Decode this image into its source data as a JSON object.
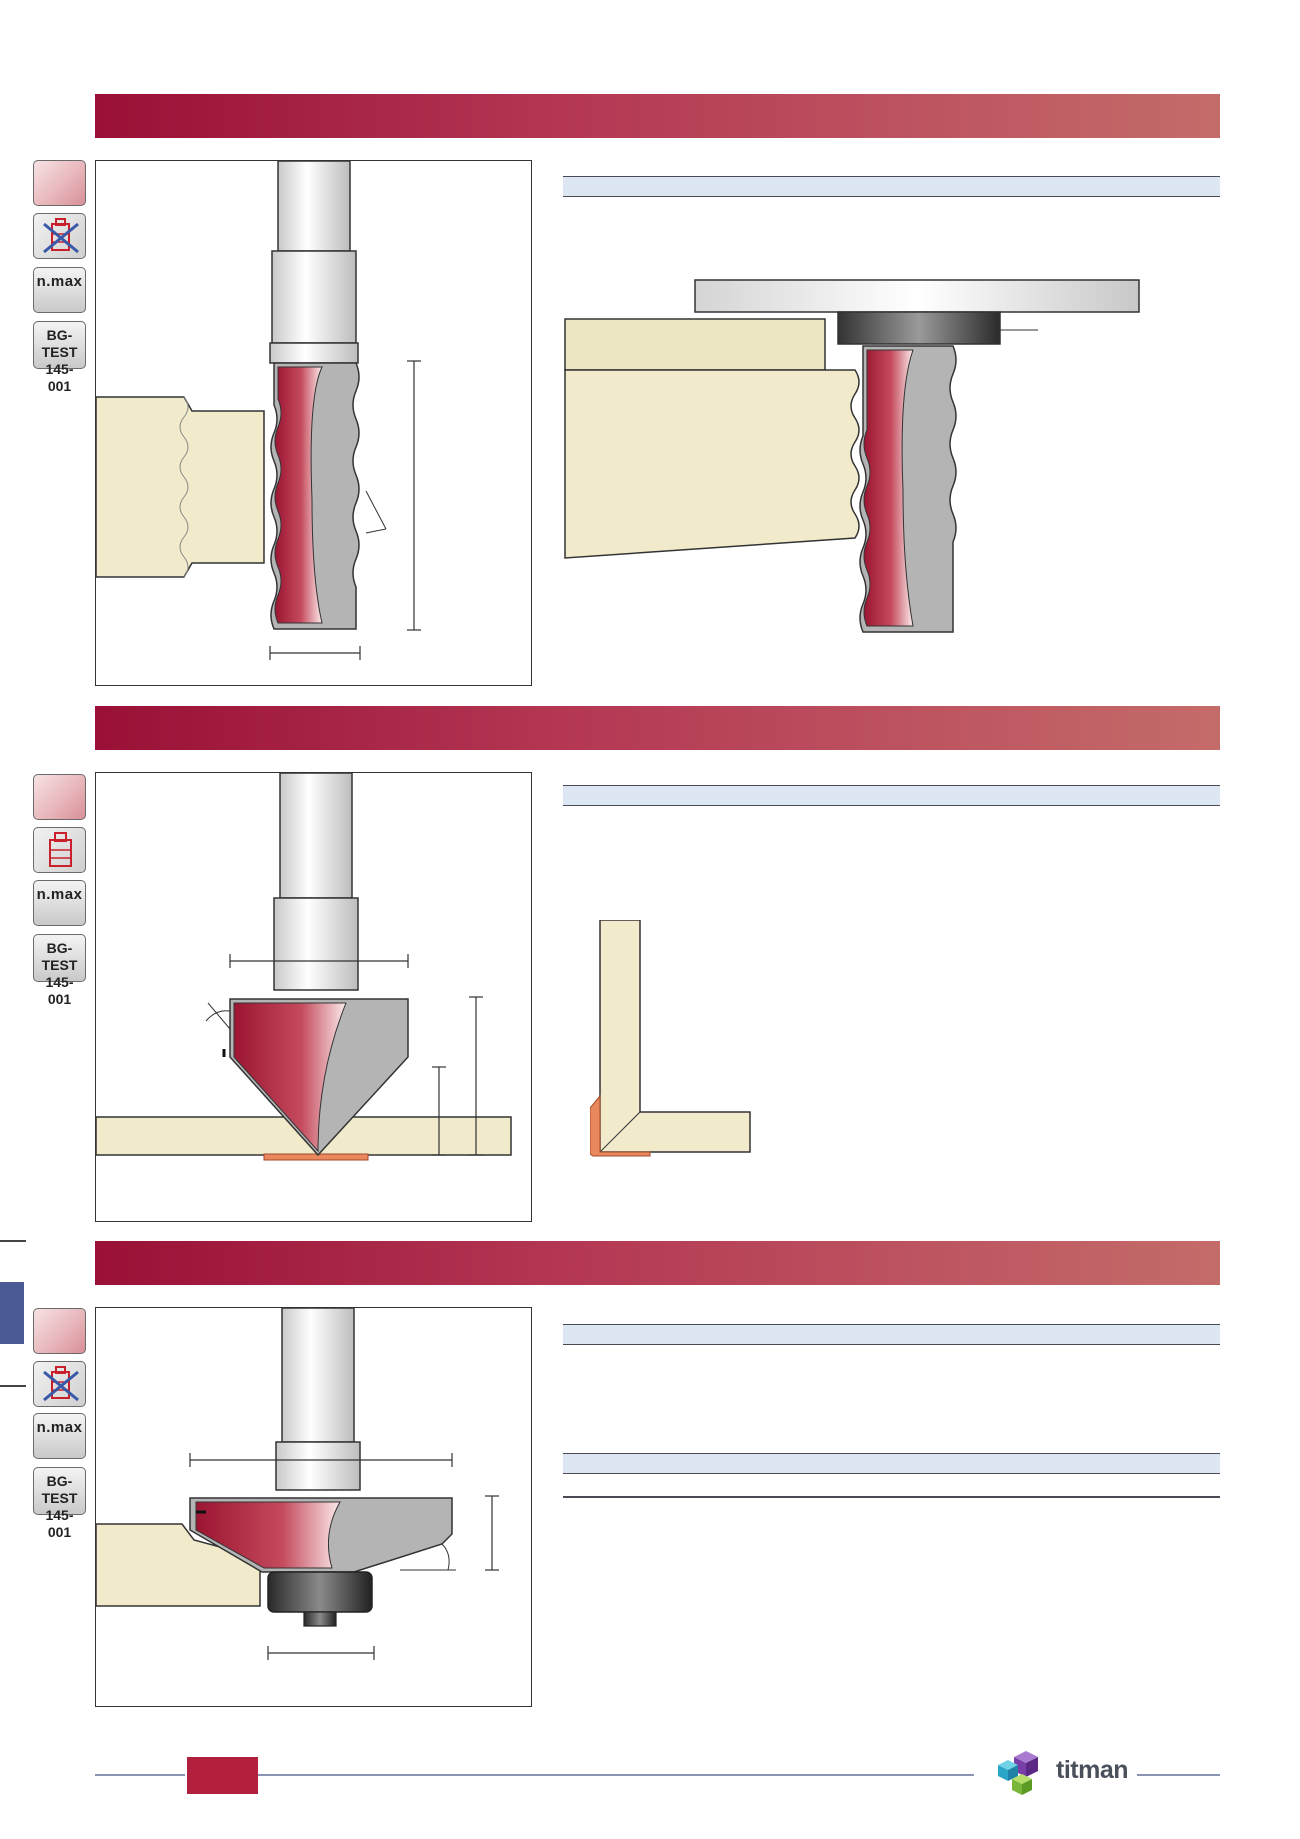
{
  "sections": [
    {
      "icons": {
        "nmax": "n.max",
        "test_line1": "BG-TEST",
        "test_line2": "145-001"
      }
    },
    {
      "icons": {
        "nmax": "n.max",
        "test_line1": "BG-TEST",
        "test_line2": "145-001"
      }
    },
    {
      "icons": {
        "nmax": "n.max",
        "test_line1": "BG-TEST",
        "test_line2": "145-001"
      }
    }
  ],
  "footer": {
    "brand": "titman"
  },
  "colors": {
    "band_start": "#9a1036",
    "band_end": "#c46c6a",
    "header_fill": "#dde6f3",
    "side_tab": "#4c5a93",
    "page_box": "#b3203f"
  }
}
